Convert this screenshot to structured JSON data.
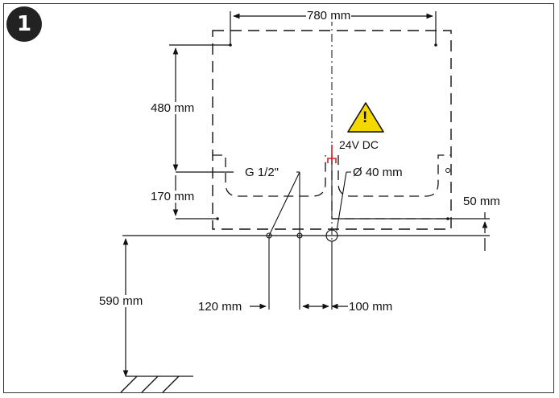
{
  "badge": "1",
  "labels": {
    "width": "780 mm",
    "height_upper": "480 mm",
    "height_lower": "170 mm",
    "pipe_thread": "G 1/2\"",
    "drain_diameter": "Ø 40 mm",
    "voltage": "24V DC",
    "offset_right": "50 mm",
    "floor_height": "590 mm",
    "pipe_spacing": "120 mm",
    "drain_spacing": "100 mm"
  },
  "warning_symbol": "!",
  "colors": {
    "warning_fill": "#f5d800",
    "voltage_marker": "#d6202a",
    "line": "#111111"
  },
  "icons": [
    "warning-triangle-icon",
    "number-badge-icon",
    "ground-hatch-icon"
  ]
}
